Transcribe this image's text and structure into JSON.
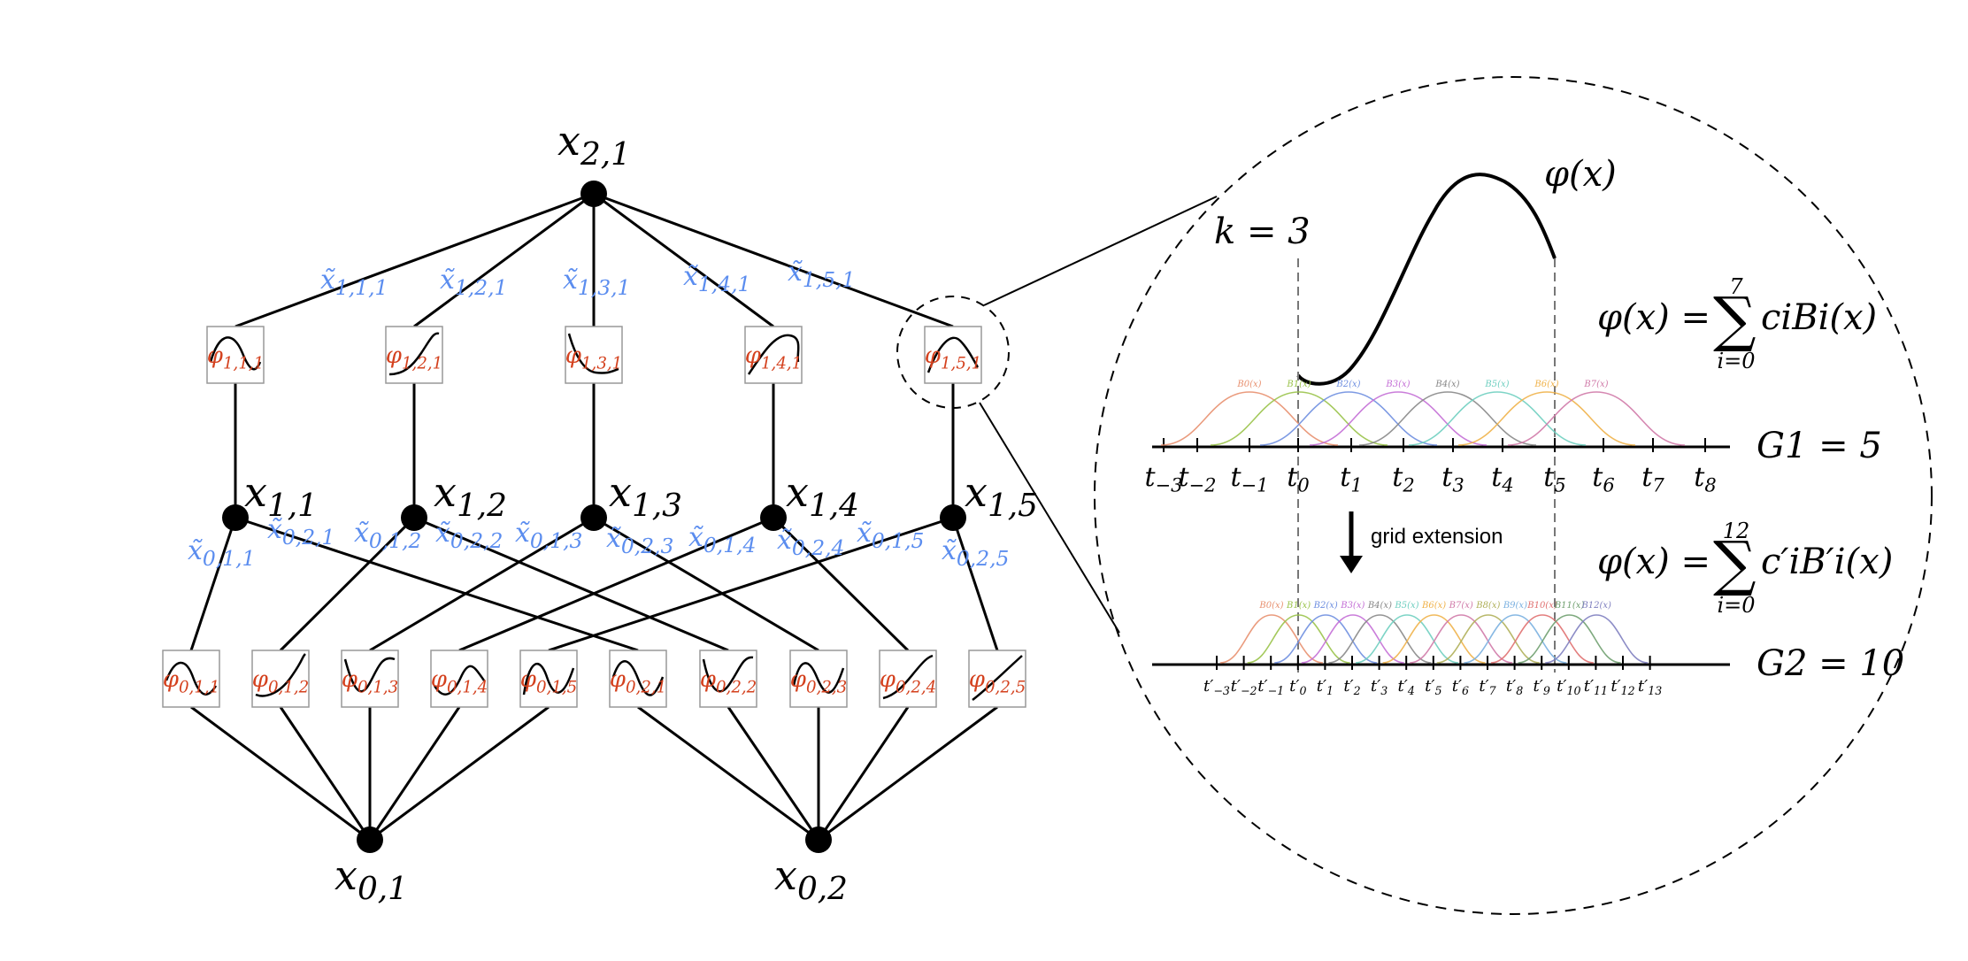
{
  "kan": {
    "output_node": "x2,1",
    "hidden_nodes": [
      "x1,1",
      "x1,2",
      "x1,3",
      "x1,4",
      "x1,5"
    ],
    "input_nodes": [
      "x0,1",
      "x0,2"
    ],
    "layer1_edge_labels": [
      "x̃1,1,1",
      "x̃1,2,1",
      "x̃1,3,1",
      "x̃1,4,1",
      "x̃1,5,1"
    ],
    "layer0_edge_labels": [
      "x̃0,1,1",
      "x̃0,2,1",
      "x̃0,1,2",
      "x̃0,2,2",
      "x̃0,1,3",
      "x̃0,2,3",
      "x̃0,1,4",
      "x̃0,2,4",
      "x̃0,1,5",
      "x̃0,2,5"
    ],
    "layer1_phi_labels": [
      "φ1,1,1",
      "φ1,2,1",
      "φ1,3,1",
      "φ1,4,1",
      "φ1,5,1"
    ],
    "layer0_phi_labels": [
      "φ0,1,1",
      "φ0,1,2",
      "φ0,1,3",
      "φ0,1,4",
      "φ0,1,5",
      "φ0,2,1",
      "φ0,2,2",
      "φ0,2,3",
      "φ0,2,4",
      "φ0,2,5"
    ]
  },
  "zoom": {
    "k_label": "k = 3",
    "phi_title": "φ(x)",
    "eq1": {
      "lhs": "φ(x) =",
      "upper": "7",
      "lower": "i=0",
      "rhs": "ciBi(x)"
    },
    "eq2": {
      "lhs": "φ(x) =",
      "upper": "12",
      "lower": "i=0",
      "rhs": "c′iB′i(x)"
    },
    "grid1_label": "G1 = 5",
    "grid2_label": "G2 = 10",
    "arrow_label": "grid extension",
    "grid1_ticks": [
      "t−3",
      "t−2",
      "t−1",
      "t0",
      "t1",
      "t2",
      "t3",
      "t4",
      "t5",
      "t6",
      "t7",
      "t8"
    ],
    "grid2_ticks": [
      "t′−3",
      "t′−2",
      "t′−1",
      "t′0",
      "t′1",
      "t′2",
      "t′3",
      "t′4",
      "t′5",
      "t′6",
      "t′7",
      "t′8",
      "t′9",
      "t′10",
      "t′11",
      "t′12",
      "t′13"
    ],
    "basis1_labels": [
      "B0(x)",
      "B1(x)",
      "B2(x)",
      "B3(x)",
      "B4(x)",
      "B5(x)",
      "B6(x)",
      "B7(x)"
    ],
    "basis2_labels": [
      "B0(x)",
      "B1(x)",
      "B2(x)",
      "B3(x)",
      "B4(x)",
      "B5(x)",
      "B6(x)",
      "B7(x)",
      "B8(x)",
      "B9(x)",
      "B10(x)",
      "B11(x)",
      "B12(x)"
    ],
    "basis_colors": [
      "#e8906f",
      "#9ac34a",
      "#6f8fe0",
      "#c46fd6",
      "#888888",
      "#6fcfc0",
      "#f0b24a",
      "#d07aa8",
      "#b0b05a",
      "#7ab0e0",
      "#e07070",
      "#70a070",
      "#8080c0"
    ]
  }
}
